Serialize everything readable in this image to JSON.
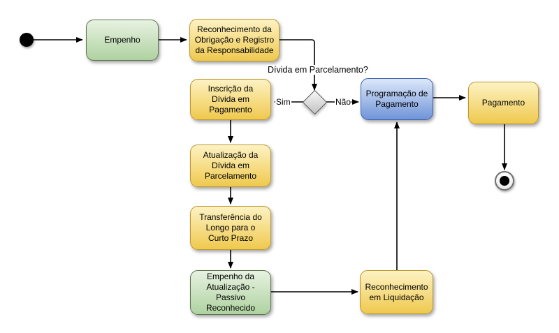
{
  "diagram": {
    "type": "flowchart-activity-diagram",
    "nodes": {
      "empenho": "Empenho",
      "reconhecimento_obrigacao": "Reconhecimento da Obrigação e Registro da Responsabilidade",
      "inscricao_divida": "Inscrição da Dívida em Pagamento",
      "programacao_pagamento": "Programação de Pagamento",
      "pagamento": "Pagamento",
      "atualizacao_divida": "Atualização da Dívida em Parcelamento",
      "transferencia_prazo": "Transferência do Longo para o Curto Prazo",
      "empenho_atualizacao": "Empenho da Atualização - Passivo Reconhecido",
      "reconhecimento_liquidacao": "Reconhecimento em Liquidação"
    },
    "edge_labels": {
      "decision_question": "Dívida em Parcelamento?",
      "yes": "Sim",
      "no": "Não"
    },
    "colors": {
      "yellow_top": "#FDF2C3",
      "yellow_bottom": "#EFC94E",
      "yellow_border": "#BE9730",
      "green_top": "#E7F2E1",
      "green_bottom": "#AFD2A0",
      "green_border": "#5F7350",
      "blue_top": "#DCE8FA",
      "blue_bottom": "#7094D8",
      "blue_border": "#3A5FAE",
      "diamond_top": "#F8F8F8",
      "diamond_bottom": "#C2C2C2",
      "line": "#000000"
    }
  }
}
